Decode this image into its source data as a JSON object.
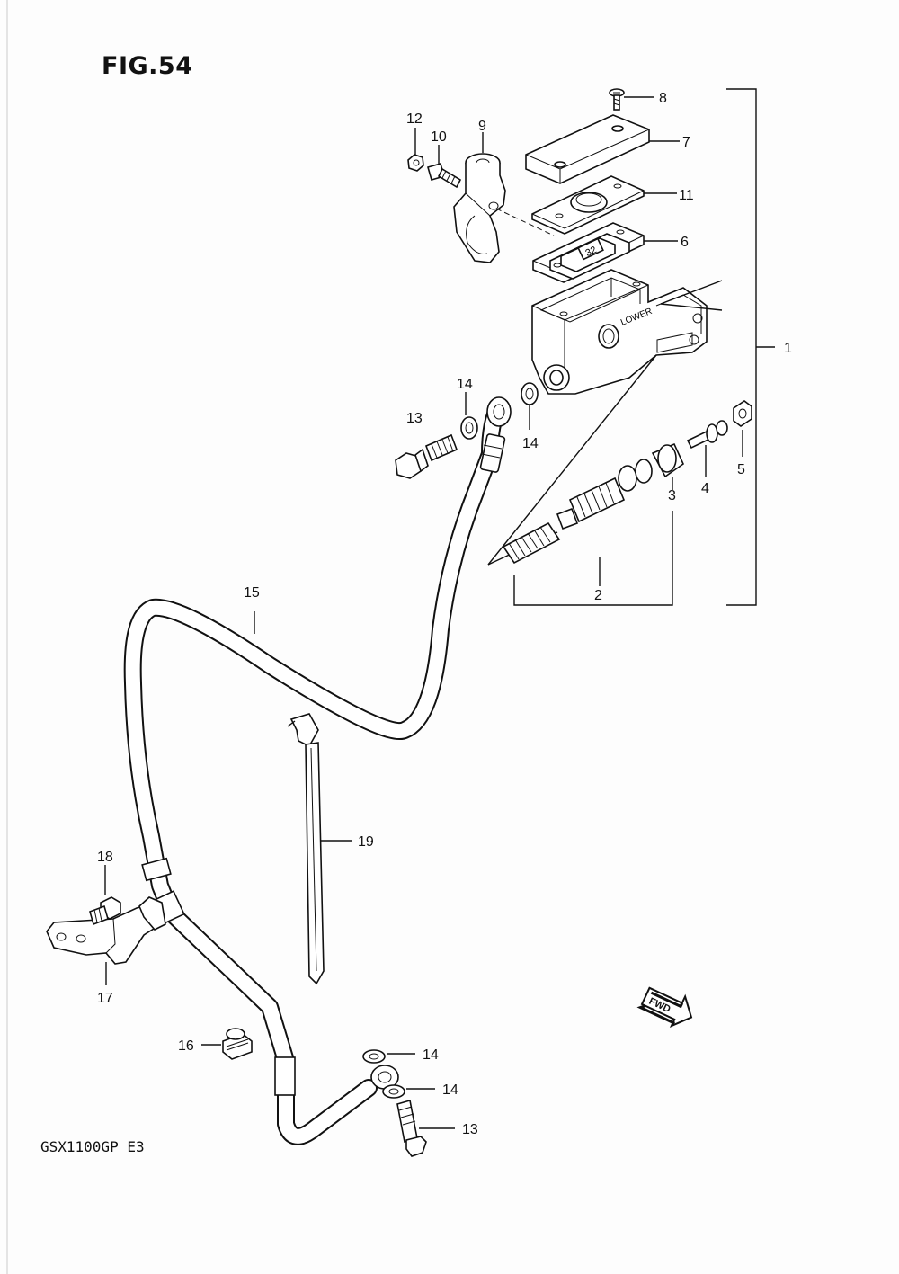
{
  "figure": {
    "title": "FIG.54",
    "model": "GSX1100GP  E3",
    "fwd_label": "FWD"
  },
  "parts": [
    {
      "id": "p1",
      "label": "1"
    },
    {
      "id": "p2",
      "label": "2"
    },
    {
      "id": "p3",
      "label": "3"
    },
    {
      "id": "p4",
      "label": "4"
    },
    {
      "id": "p5",
      "label": "5"
    },
    {
      "id": "p6",
      "label": "6"
    },
    {
      "id": "p7",
      "label": "7"
    },
    {
      "id": "p8",
      "label": "8"
    },
    {
      "id": "p9",
      "label": "9"
    },
    {
      "id": "p10",
      "label": "10"
    },
    {
      "id": "p11",
      "label": "11"
    },
    {
      "id": "p12",
      "label": "12"
    },
    {
      "id": "p13a",
      "label": "13"
    },
    {
      "id": "p13b",
      "label": "13"
    },
    {
      "id": "p14a",
      "label": "14"
    },
    {
      "id": "p14b",
      "label": "14"
    },
    {
      "id": "p14c",
      "label": "14"
    },
    {
      "id": "p14d",
      "label": "14"
    },
    {
      "id": "p15",
      "label": "15"
    },
    {
      "id": "p16",
      "label": "16"
    },
    {
      "id": "p17",
      "label": "17"
    },
    {
      "id": "p18",
      "label": "18"
    },
    {
      "id": "p19",
      "label": "19"
    }
  ]
}
